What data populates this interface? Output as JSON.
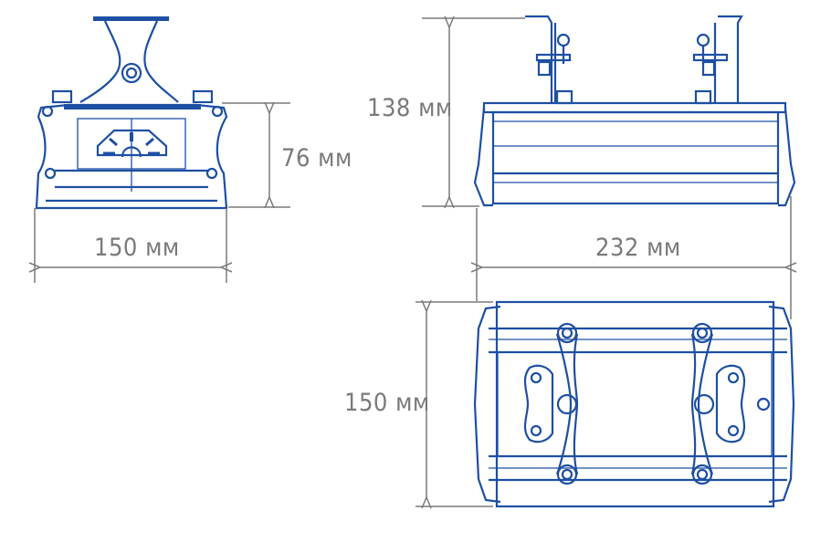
{
  "front_view": {
    "height_label": "76 мм",
    "width_label": "150 мм"
  },
  "side_view": {
    "height_label": "138 мм",
    "length_label": "232 мм"
  },
  "top_view": {
    "width_label": "150 мм"
  },
  "colors": {
    "drawing": "#1d4fa3",
    "dimension": "#7a7a7a"
  }
}
